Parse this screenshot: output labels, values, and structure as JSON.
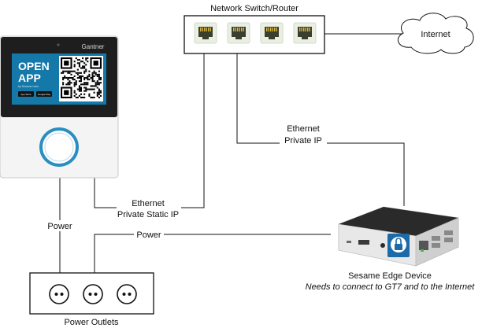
{
  "labels": {
    "switch_title": "Network Switch/Router",
    "internet": "Internet",
    "ethernet_private_ip_line1": "Ethernet",
    "ethernet_private_ip_line2": "Private IP",
    "ethernet_static_line1": "Ethernet",
    "ethernet_static_line2": "Private Static IP",
    "power_left": "Power",
    "power_right": "Power",
    "edge_title": "Sesame Edge Device",
    "edge_subtitle": "Needs to connect to GT7 and to the Internet",
    "outlets_title": "Power Outlets"
  },
  "terminal": {
    "brand": "Gantner",
    "screen_line1": "OPEN",
    "screen_line2": "APP",
    "screen_small": "by Sesame Labs",
    "store_badge_1": "App Store",
    "store_badge_2": "Google Play"
  },
  "switch_ports": [
    "port-1",
    "port-2",
    "port-3",
    "port-4"
  ],
  "outlets": [
    "outlet-1",
    "outlet-2",
    "outlet-3"
  ],
  "colors": {
    "screen_blue": "#1478a8",
    "ring_blue": "#2a8fc0",
    "port_green": "#e0ead6",
    "lock_blue": "#1d6aa8"
  }
}
